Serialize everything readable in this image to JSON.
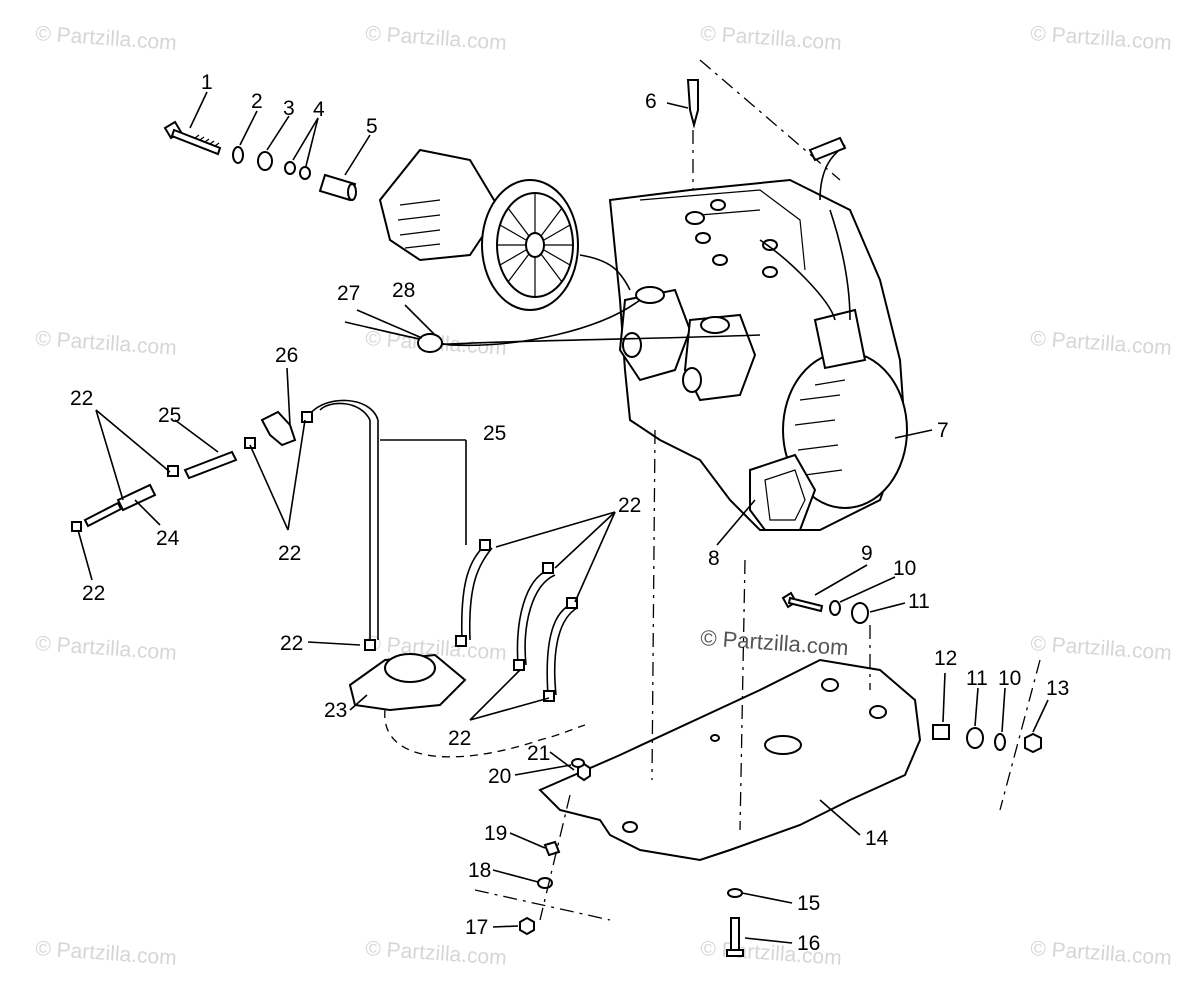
{
  "watermark": "© Partzilla.com",
  "callouts": [
    "1",
    "2",
    "3",
    "4",
    "5",
    "6",
    "7",
    "8",
    "9",
    "10",
    "11",
    "12",
    "13",
    "14",
    "15",
    "16",
    "17",
    "18",
    "19",
    "20",
    "21",
    "22",
    "23",
    "24",
    "25",
    "26",
    "27",
    "28"
  ],
  "extra_callouts": {
    "n10b": "10",
    "n11b": "11",
    "n22a": "22",
    "n22b": "22",
    "n22c": "22",
    "n22d": "22",
    "n22e": "22",
    "n22f": "22",
    "n25b": "25"
  }
}
